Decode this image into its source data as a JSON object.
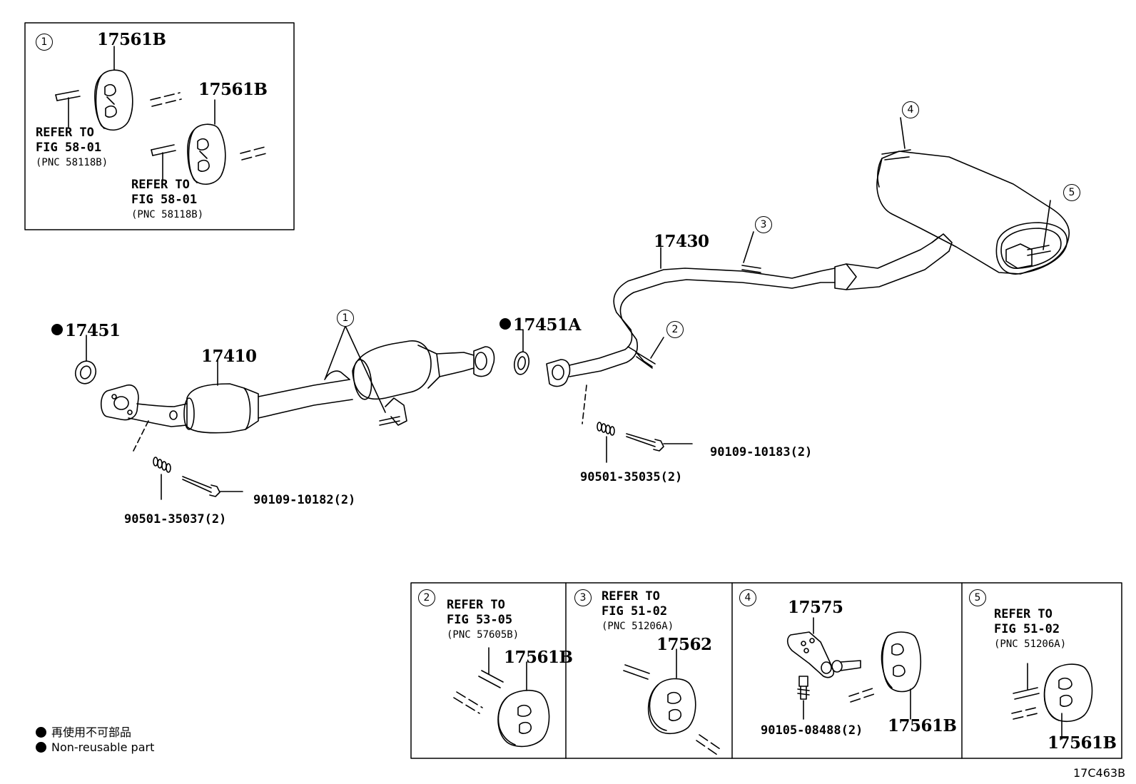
{
  "diagram": {
    "inset_top": {
      "number": "1",
      "part_a": "17561B",
      "part_b": "17561B",
      "ref_a": {
        "line1": "REFER TO",
        "line2": "FIG 58-01",
        "line3": "(PNC 58118B)"
      },
      "ref_b": {
        "line1": "REFER TO",
        "line2": "FIG 58-01",
        "line3": "(PNC 58118B)"
      }
    },
    "main": {
      "gasket_front": "17451",
      "gasket_center": "17451A",
      "front_pipe": "17410",
      "tail_pipe": "17430",
      "spring_front": "90501-35037(2)",
      "bolt_front": "90109-10182(2)",
      "spring_center": "90501-35035(2)",
      "bolt_center": "90109-10183(2)",
      "callouts": [
        "1",
        "2",
        "3",
        "4",
        "5"
      ]
    },
    "panels": [
      {
        "number": "2",
        "line1": "REFER TO",
        "line2": "FIG 53-05",
        "line3": "(PNC 57605B)",
        "part": "17561B"
      },
      {
        "number": "3",
        "line1": "REFER TO",
        "line2": "FIG 51-02",
        "line3": "(PNC 51206A)",
        "part": "17562"
      },
      {
        "number": "4",
        "part_bracket": "17575",
        "part_bolt": "90105-08488(2)",
        "part": "17561B"
      },
      {
        "number": "5",
        "line1": "REFER TO",
        "line2": "FIG 51-02",
        "line3": "(PNC 51206A)",
        "part": "17561B"
      }
    ],
    "legend": {
      "jp": "再使用不可部品",
      "en": "Non-reusable part"
    },
    "figure_code": "17C463B"
  }
}
